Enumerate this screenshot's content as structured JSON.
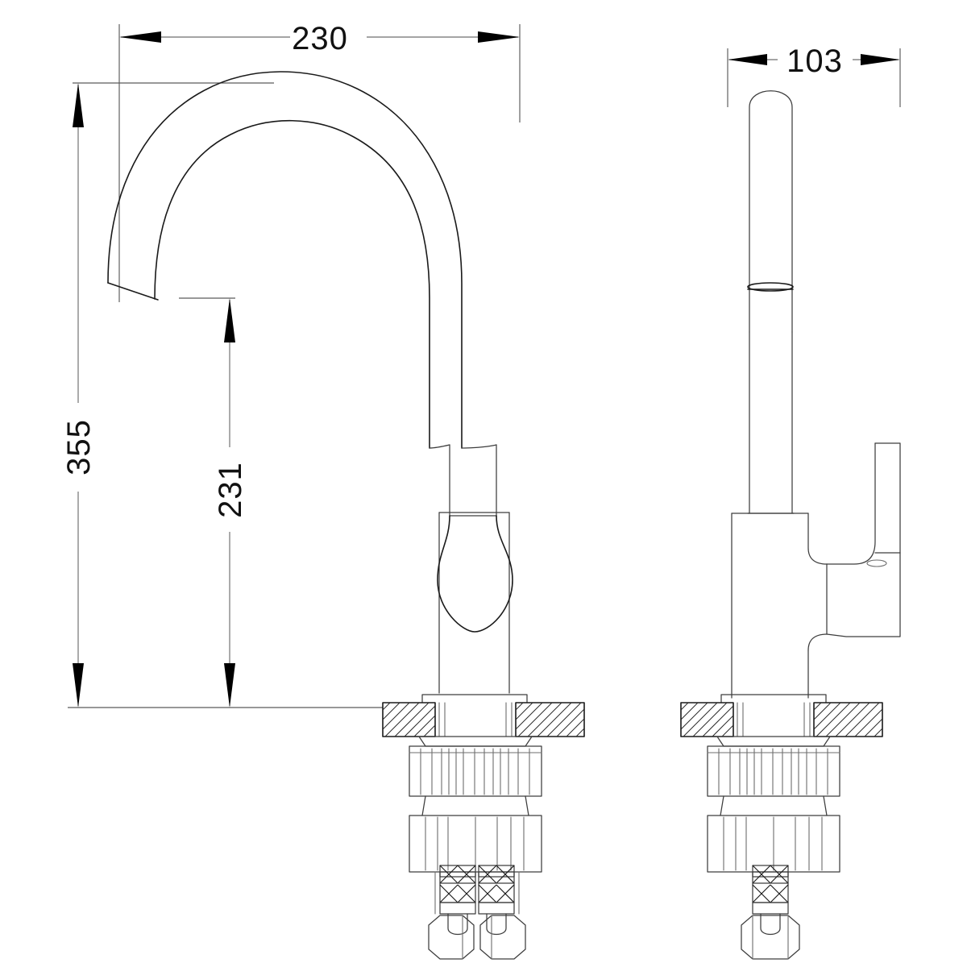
{
  "drawing": {
    "type": "technical-drawing",
    "subject": "kitchen-mixer-tap-gooseneck",
    "units": "mm",
    "background_color": "#ffffff",
    "line_color": "#1a1a1a",
    "dimension_color": "#6d6d6d",
    "text_color": "#111111",
    "views": [
      {
        "id": "front",
        "name": "front-elevation"
      },
      {
        "id": "side",
        "name": "side-elevation"
      }
    ]
  },
  "dimensions": {
    "spout_reach": {
      "value": "230",
      "orientation": "horizontal",
      "view": "front",
      "name": "spout-reach-dimension"
    },
    "overall_height": {
      "value": "355",
      "orientation": "vertical",
      "view": "front",
      "name": "overall-height-dimension"
    },
    "spout_outlet_height": {
      "value": "231",
      "orientation": "vertical",
      "view": "front",
      "name": "spout-outlet-height-dimension"
    },
    "body_depth": {
      "value": "103",
      "orientation": "horizontal",
      "view": "side",
      "name": "body-depth-dimension"
    }
  },
  "components": {
    "spout": "gooseneck-spout",
    "spout_tip": "angled-spout-outlet",
    "column": "vertical-body-column",
    "handle": "lever-handle",
    "cartridge_housing": "rounded-cartridge-housing",
    "aerator_seam": "aerator-ring-seam",
    "escutcheon": "base-escutcheon-flange",
    "countertop": "countertop-section-hatched",
    "mounting_nut_upper": "knurled-mounting-nut",
    "mounting_nut_lower": "knurled-lock-nut",
    "hoses": "braided-supply-hoses",
    "hex_fittings": "hex-connector-nuts"
  }
}
